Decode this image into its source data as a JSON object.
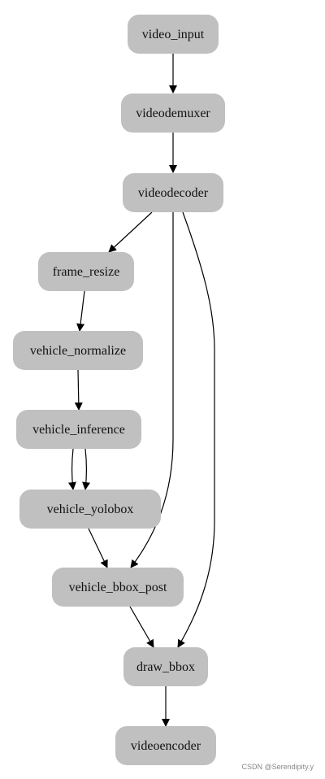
{
  "diagram": {
    "nodes": [
      {
        "id": "video_input",
        "label": "video_input"
      },
      {
        "id": "videodemuxer",
        "label": "videodemuxer"
      },
      {
        "id": "videodecoder",
        "label": "videodecoder"
      },
      {
        "id": "frame_resize",
        "label": "frame_resize"
      },
      {
        "id": "vehicle_normalize",
        "label": "vehicle_normalize"
      },
      {
        "id": "vehicle_inference",
        "label": "vehicle_inference"
      },
      {
        "id": "vehicle_yolobox",
        "label": "vehicle_yolobox"
      },
      {
        "id": "vehicle_bbox_post",
        "label": "vehicle_bbox_post"
      },
      {
        "id": "draw_bbox",
        "label": "draw_bbox"
      },
      {
        "id": "videoencoder",
        "label": "videoencoder"
      }
    ],
    "edges": [
      {
        "from": "video_input",
        "to": "videodemuxer"
      },
      {
        "from": "videodemuxer",
        "to": "videodecoder"
      },
      {
        "from": "videodecoder",
        "to": "frame_resize"
      },
      {
        "from": "videodecoder",
        "to": "vehicle_bbox_post"
      },
      {
        "from": "videodecoder",
        "to": "draw_bbox"
      },
      {
        "from": "frame_resize",
        "to": "vehicle_normalize"
      },
      {
        "from": "vehicle_normalize",
        "to": "vehicle_inference"
      },
      {
        "from": "vehicle_inference",
        "to": "vehicle_yolobox"
      },
      {
        "from": "vehicle_inference",
        "to": "vehicle_yolobox"
      },
      {
        "from": "vehicle_yolobox",
        "to": "vehicle_bbox_post"
      },
      {
        "from": "vehicle_bbox_post",
        "to": "draw_bbox"
      },
      {
        "from": "draw_bbox",
        "to": "videoencoder"
      }
    ]
  },
  "watermark": "CSDN @Serendipity.y",
  "colors": {
    "node_fill": "#c0c0c0",
    "edge": "#000000",
    "background": "#ffffff"
  }
}
